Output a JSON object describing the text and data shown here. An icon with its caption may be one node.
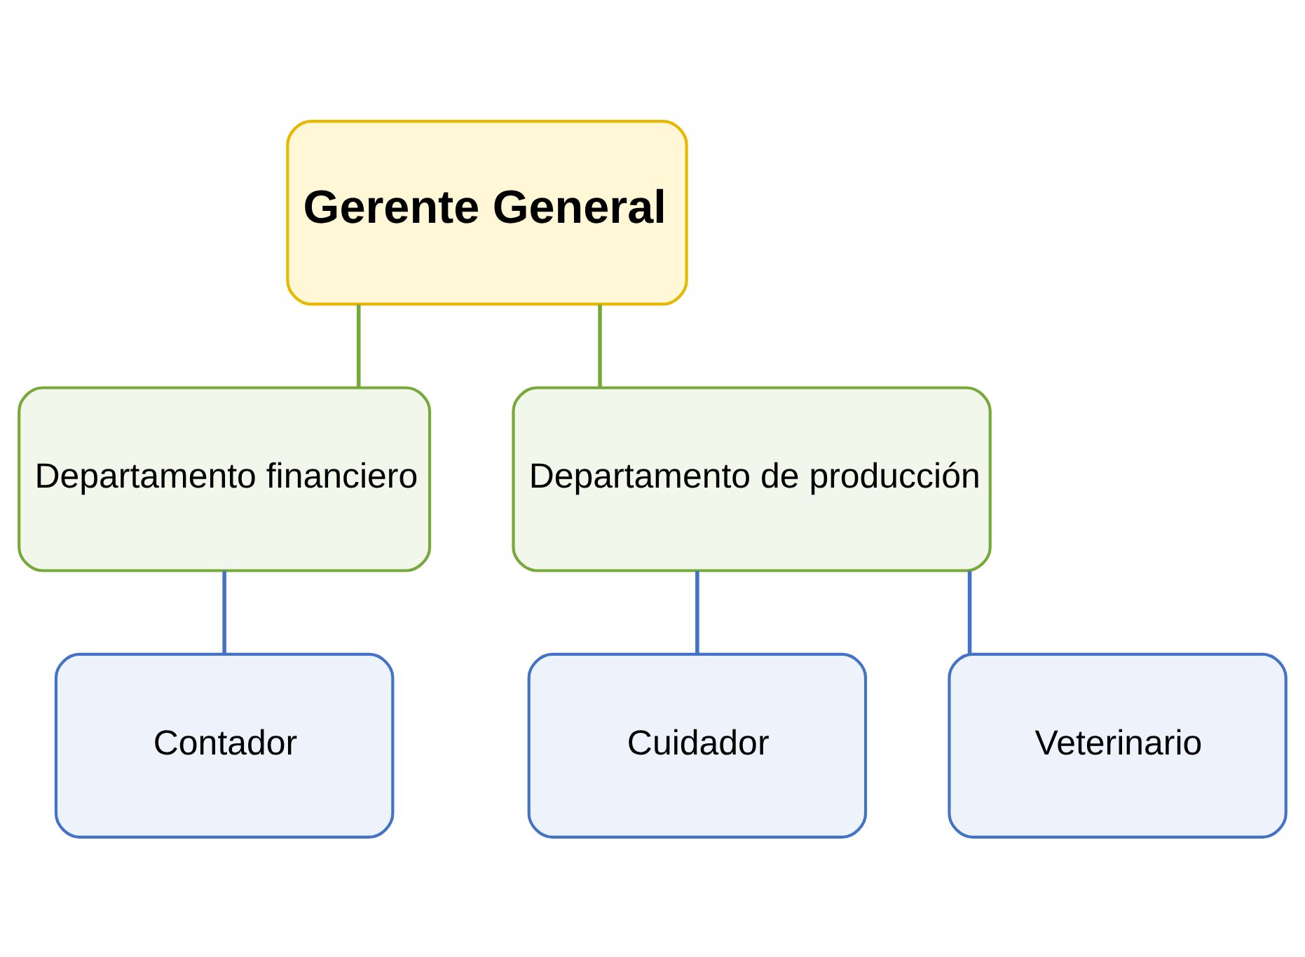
{
  "diagram": {
    "nodes": [
      {
        "text": [
          "Gerente General"
        ]
      },
      {
        "text": [
          "Departamento financiero"
        ]
      },
      {
        "text": [
          "Departamento de producción"
        ]
      },
      {
        "text": [
          "Contador"
        ]
      },
      {
        "text": [
          "Cuidador"
        ]
      },
      {
        "text": [
          "Veterinario"
        ]
      }
    ],
    "edges": [
      {
        "from": 0,
        "to": 1,
        "arrow": "none",
        "color": "#77a83a"
      },
      {
        "from": 0,
        "to": 2,
        "arrow": "none",
        "color": "#77a83a"
      },
      {
        "from": 1,
        "to": 3,
        "arrow": "none"
      },
      {
        "from": 2,
        "to": 4,
        "arrow": "none"
      },
      {
        "from": 2,
        "to": 5,
        "arrow": "none"
      }
    ]
  }
}
